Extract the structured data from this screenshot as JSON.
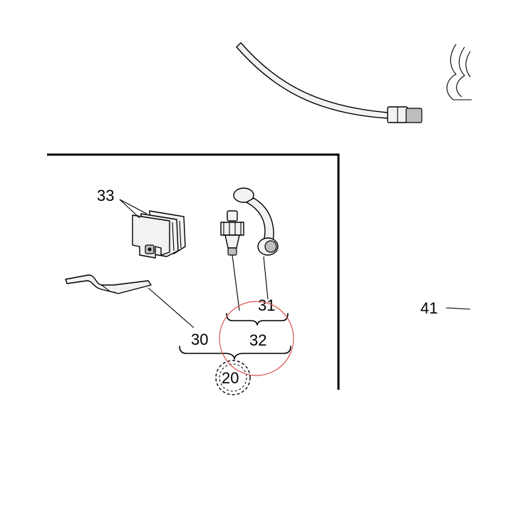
{
  "callouts": {
    "c33": "33",
    "c31": "31",
    "c30": "30",
    "c32": "32",
    "c20": "20",
    "c41": "41"
  },
  "highlight_color": "#d9534f"
}
